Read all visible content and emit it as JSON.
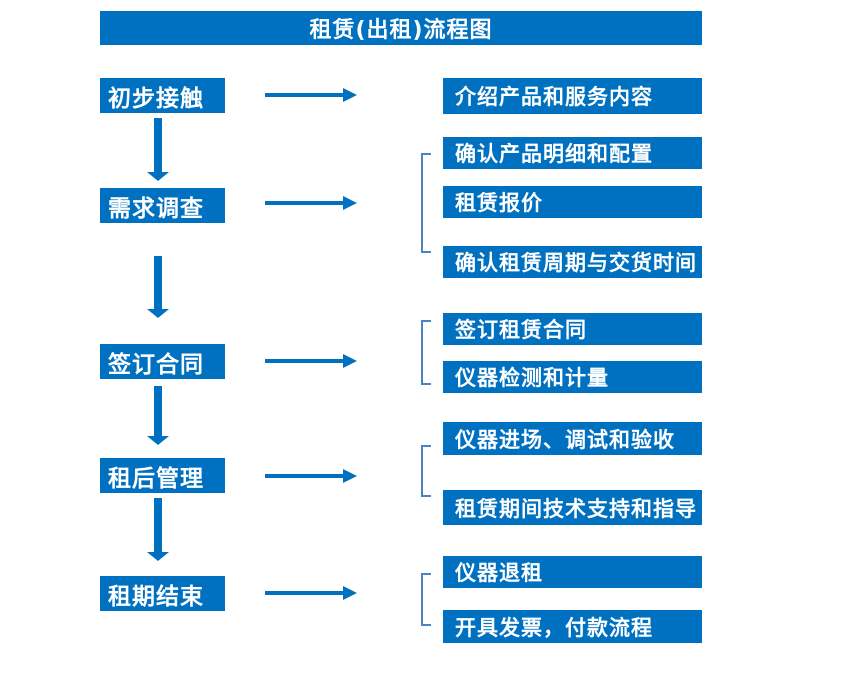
{
  "title": "租赁(出租)流程图",
  "colors": {
    "primary": "#0070C0",
    "bracket": "#4D82C4",
    "text": "#FFFFFF",
    "background": "#FFFFFF"
  },
  "steps": [
    {
      "label": "初步接触",
      "details": [
        "介绍产品和服务内容"
      ]
    },
    {
      "label": "需求调查",
      "details": [
        "确认产品明细和配置",
        "租赁报价",
        "确认租赁周期与交货时间"
      ]
    },
    {
      "label": "签订合同",
      "details": [
        "签订租赁合同",
        "仪器检测和计量"
      ]
    },
    {
      "label": "租后管理",
      "details": [
        "仪器进场、调试和验收",
        "租赁期间技术支持和指导"
      ]
    },
    {
      "label": "租期结束",
      "details": [
        "仪器退租",
        "开具发票，付款流程"
      ]
    }
  ]
}
